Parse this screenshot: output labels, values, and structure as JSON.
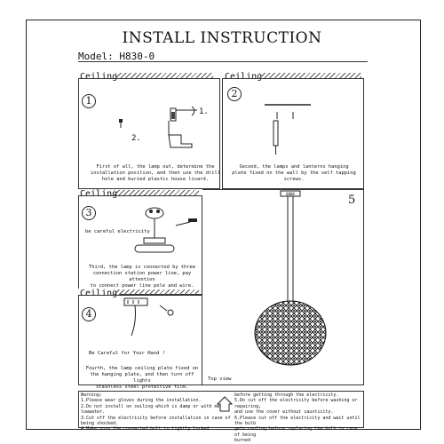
{
  "title": "INSTALL INSTRUCTION",
  "model": "Model: H830-0",
  "ceiling_label": "Ceiling",
  "steps": [
    {
      "num": "1",
      "callout_a": "1.",
      "callout_b": "2.",
      "text": [
        "First of all, the lamp out, determine the",
        "installation position, and then use the drill",
        "hole and buried plastic house lisard."
      ]
    },
    {
      "num": "2",
      "text": [
        "Second, the lamps and lanterns hanging",
        "plate fixed on the wall by the self tapping",
        "screws."
      ]
    },
    {
      "num": "3",
      "note": "be careful electricity !",
      "text": [
        "Third, the lamp is connected by three",
        "connection station power line, pay attention",
        "to connect power line pole and wire."
      ]
    },
    {
      "num": "4",
      "note": "Be Careful for Your Hand !",
      "text": [
        "Fourth, the lamp ceiling plate fixed on",
        "the hanging plate, and then turn off lights",
        "stainless steel protective film."
      ]
    },
    {
      "num": "5",
      "top_view": "Top view"
    }
  ],
  "warning": {
    "left": [
      "Warning:",
      "1.Please wear gloves during the installation.",
      "2.Do not install on ceiling which is damp or with metal lowwater.",
      "3.Cut off the electricity before installation in case of",
      "being shocked.",
      "4.Make sure the connected bolt is tightly locked"
    ],
    "right": [
      "before getting through the electricity.",
      "5.Do cut off the electricity before washing or repairing,",
      "and use the cover without causticity.",
      "6.Please cut off the electricity and wait until the bulb",
      "gets cooling before replacing the bulb in case of being",
      "burned"
    ]
  }
}
